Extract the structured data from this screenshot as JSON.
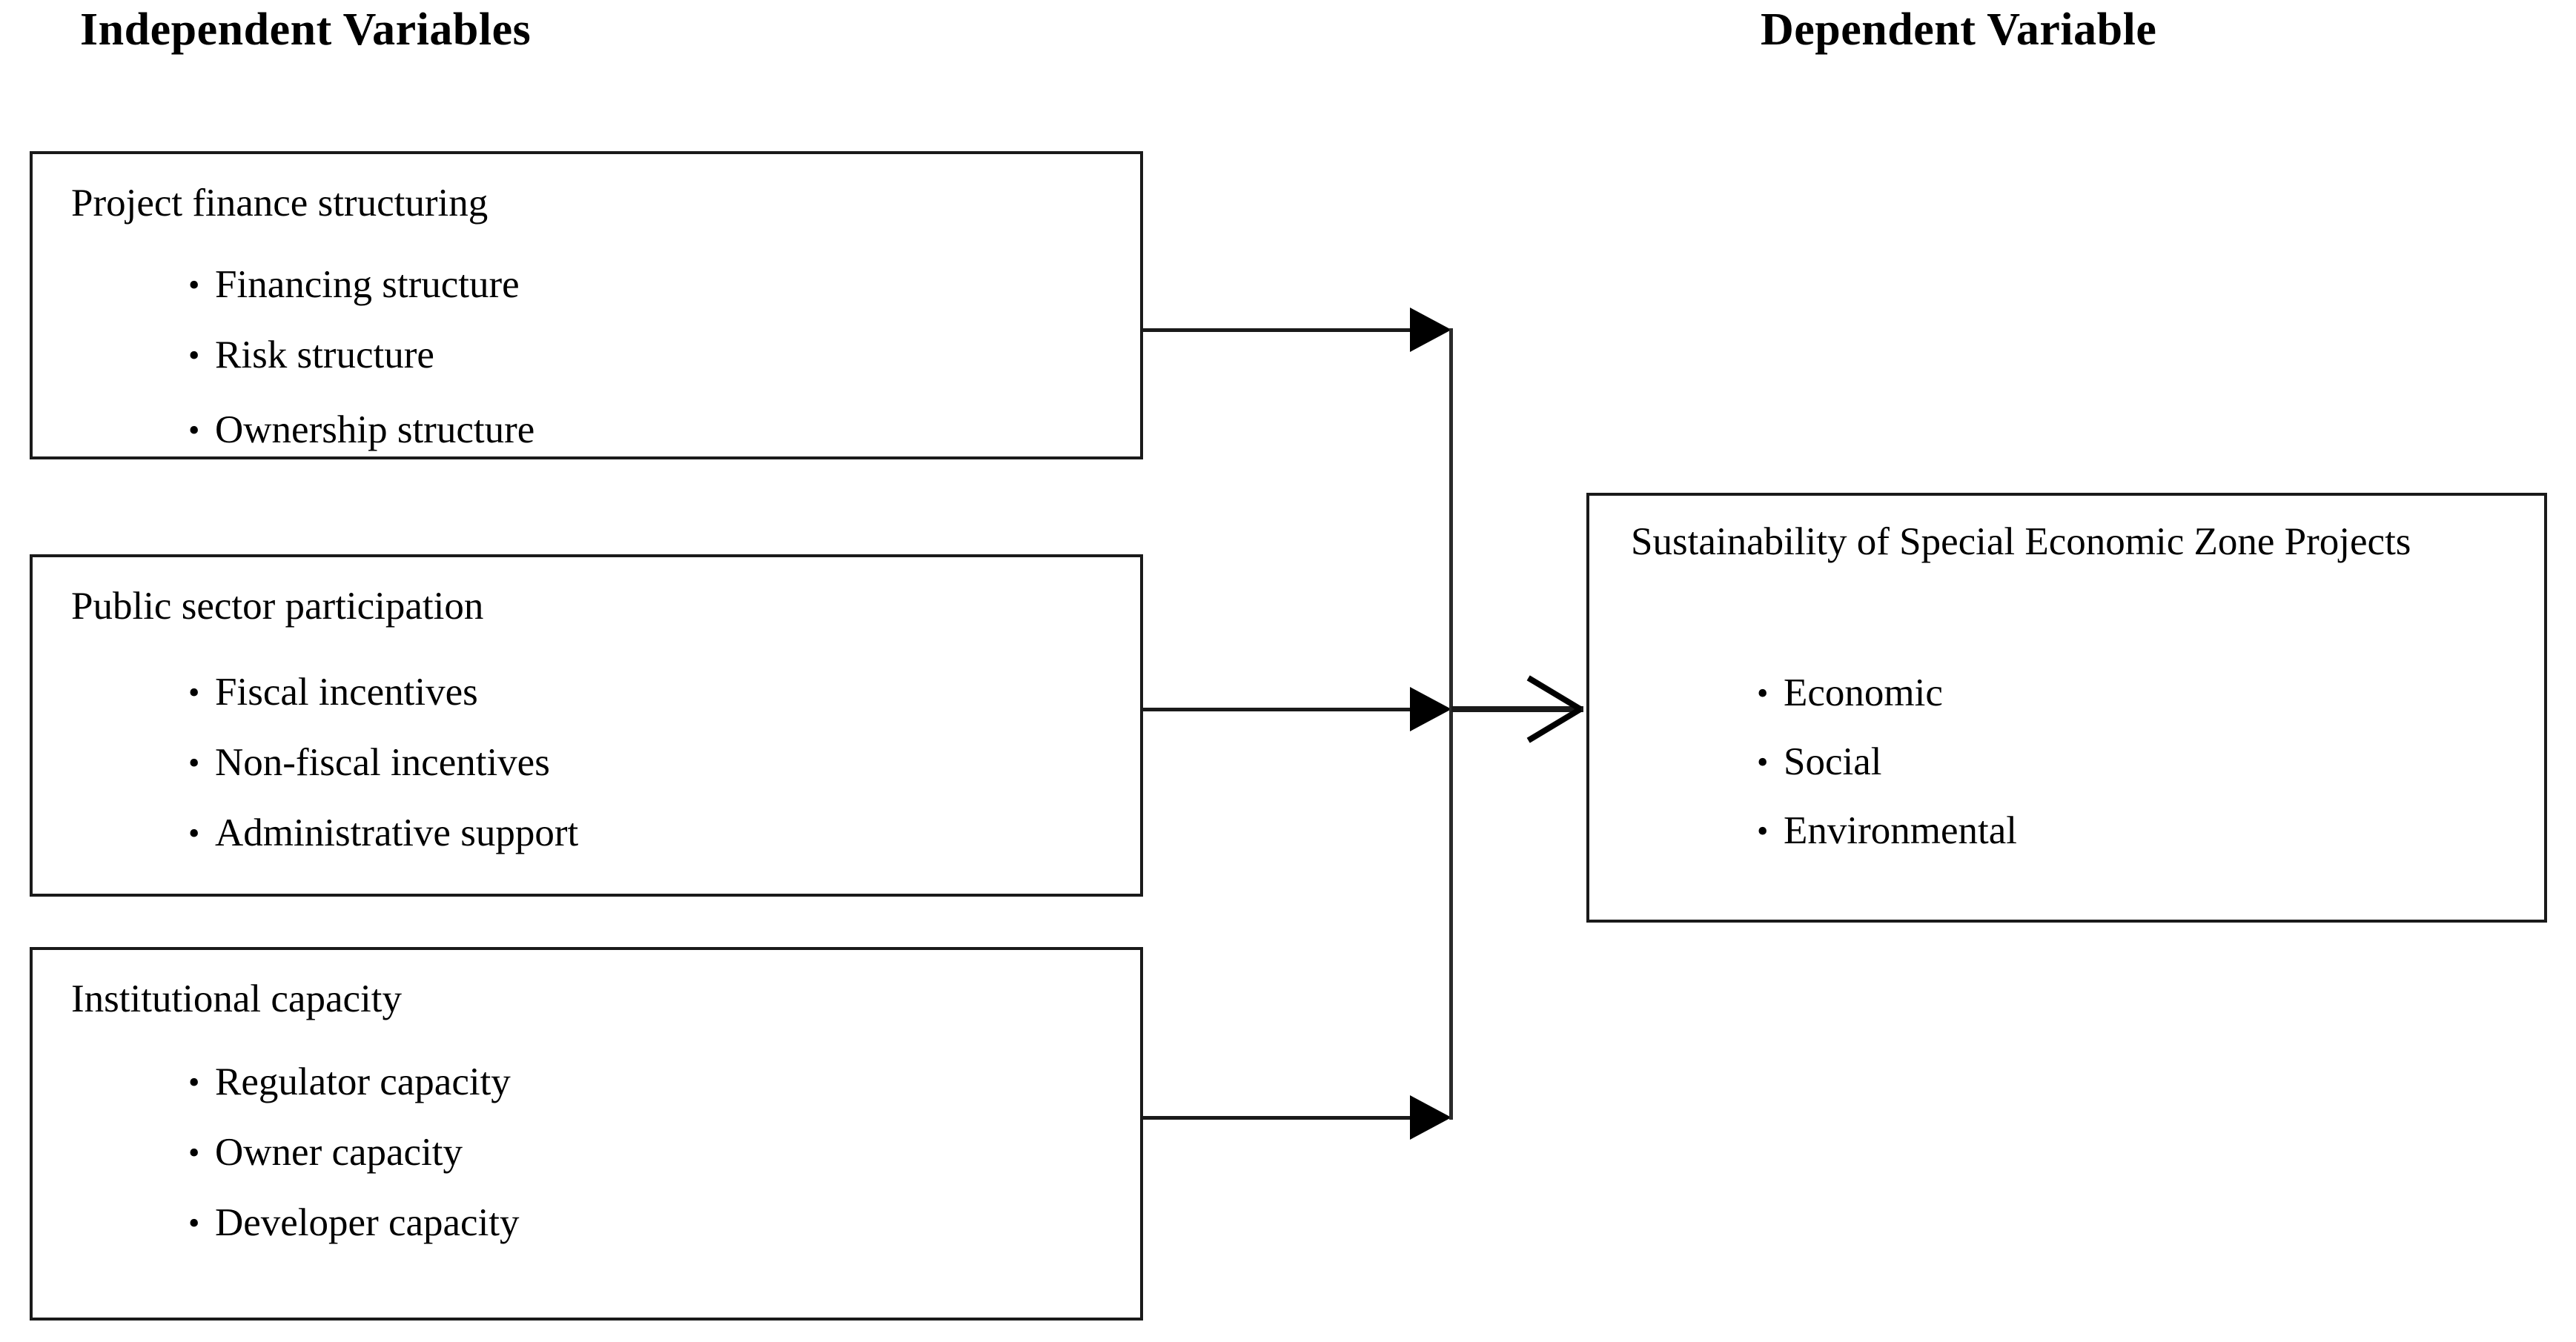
{
  "headers": {
    "independent": "Independent Variables",
    "dependent": "Dependent Variable"
  },
  "independent_boxes": [
    {
      "title": "Project finance structuring",
      "bullets": [
        "Financing structure",
        "Risk structure",
        "Ownership structure"
      ]
    },
    {
      "title": "Public sector participation",
      "bullets": [
        "Fiscal incentives",
        "Non-fiscal incentives",
        "Administrative support"
      ]
    },
    {
      "title": "Institutional capacity",
      "bullets": [
        "Regulator capacity",
        "Owner capacity",
        "Developer capacity"
      ]
    }
  ],
  "dependent_box": {
    "title": "Sustainability of Special Economic Zone Projects",
    "bullets": [
      "Economic",
      "Social",
      "Environmental"
    ]
  },
  "bullet_glyph": "•",
  "colors": {
    "box_border": "#1a1a1a",
    "connector": "#2b2b2b",
    "arrowhead": "#000000",
    "text": "#000000",
    "background": "#ffffff"
  },
  "connectors": [
    {
      "from": "Project finance structuring",
      "to": "junction",
      "arrowhead": "solid-triangle"
    },
    {
      "from": "Public sector participation",
      "to": "junction",
      "arrowhead": "solid-triangle"
    },
    {
      "from": "Institutional capacity",
      "to": "junction",
      "arrowhead": "solid-triangle"
    },
    {
      "from": "junction",
      "to": "Sustainability of Special Economic Zone Projects",
      "arrowhead": "open-chevron"
    }
  ]
}
